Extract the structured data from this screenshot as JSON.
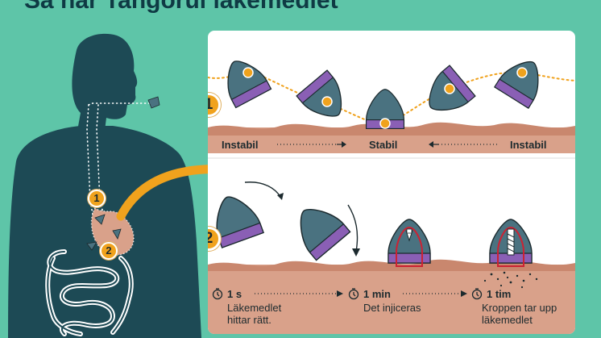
{
  "title": "Så når Tangorul läkemedlet",
  "colors": {
    "background": "#5ec5a8",
    "silhouette": "#1d4a55",
    "capsule": "#4a7280",
    "capsule_base": "#8a5fb5",
    "accent": "#f0a21d",
    "tissue": "#d9a18a",
    "needle_outline": "#cc2233"
  },
  "body_markers": [
    "1",
    "2"
  ],
  "step1": {
    "badge": "1",
    "label_left": "Instabil",
    "label_center": "Stabil",
    "label_right": "Instabil"
  },
  "step2": {
    "badge": "2",
    "times": [
      {
        "time": "1 s",
        "caption_line1": "Läkemedlet",
        "caption_line2": "hittar rätt."
      },
      {
        "time": "1 min",
        "caption_line1": "Det injiceras",
        "caption_line2": ""
      },
      {
        "time": "1 tim",
        "caption_line1": "Kroppen tar upp",
        "caption_line2": "läkemedlet"
      }
    ]
  },
  "icons": [
    "timer-icon",
    "arrow-right-icon",
    "arrow-left-icon",
    "capsule-icon",
    "curved-arrow-icon"
  ]
}
